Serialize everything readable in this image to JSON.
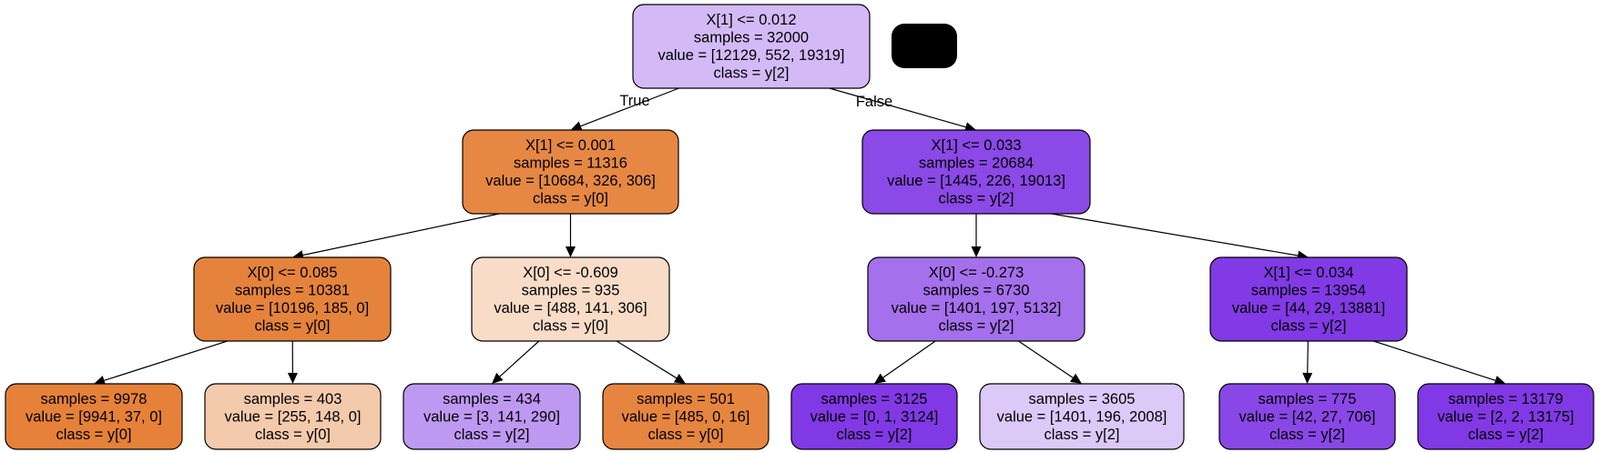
{
  "tree": {
    "nodes": [
      {
        "id": "root",
        "lines": [
          "X[1] <= 0.012",
          "samples = 32000",
          "value = [12129, 552, 19319]",
          "class = y[2]"
        ],
        "fill": "#d3baf6"
      },
      {
        "id": "n1",
        "lines": [
          "X[1] <= 0.001",
          "samples = 11316",
          "value = [10684, 326, 306]",
          "class = y[0]"
        ],
        "fill": "#e68844"
      },
      {
        "id": "n2",
        "lines": [
          "X[1] <= 0.033",
          "samples = 20684",
          "value = [1445, 226, 19013]",
          "class = y[2]"
        ],
        "fill": "#8b49e7"
      },
      {
        "id": "n3",
        "lines": [
          "X[0] <= 0.085",
          "samples = 10381",
          "value = [10196, 185, 0]",
          "class = y[0]"
        ],
        "fill": "#e5833c"
      },
      {
        "id": "n4",
        "lines": [
          "X[0] <= -0.609",
          "samples = 935",
          "value = [488, 141, 306]",
          "class = y[0]"
        ],
        "fill": "#f8dcc8"
      },
      {
        "id": "n5",
        "lines": [
          "X[0] <= -0.273",
          "samples = 6730",
          "value = [1401, 197, 5132]",
          "class = y[2]"
        ],
        "fill": "#a470ec"
      },
      {
        "id": "n6",
        "lines": [
          "X[1] <= 0.034",
          "samples = 13954",
          "value = [44, 29, 13881]",
          "class = y[2]"
        ],
        "fill": "#813ae5"
      },
      {
        "id": "n7",
        "lines": [
          "samples = 9978",
          "value = [9941, 37, 0]",
          "class = y[0]"
        ],
        "fill": "#e58139"
      },
      {
        "id": "n8",
        "lines": [
          "samples = 403",
          "value = [255, 148, 0]",
          "class = y[0]"
        ],
        "fill": "#f4caac"
      },
      {
        "id": "n9",
        "lines": [
          "samples = 434",
          "value = [3, 141, 290]",
          "class = y[2]"
        ],
        "fill": "#be99f2"
      },
      {
        "id": "n10",
        "lines": [
          "samples = 501",
          "value = [485, 0, 16]",
          "class = y[0]"
        ],
        "fill": "#e6853f"
      },
      {
        "id": "n11",
        "lines": [
          "samples = 3125",
          "value = [0, 1, 3124]",
          "class = y[2]"
        ],
        "fill": "#8139e5"
      },
      {
        "id": "n12",
        "lines": [
          "samples = 3605",
          "value = [1401, 196, 2008]",
          "class = y[2]"
        ],
        "fill": "#dcc9f8"
      },
      {
        "id": "n13",
        "lines": [
          "samples = 775",
          "value = [42, 27, 706]",
          "class = y[2]"
        ],
        "fill": "#8a47e7"
      },
      {
        "id": "n14",
        "lines": [
          "samples = 13179",
          "value = [2, 2, 13175]",
          "class = y[2]"
        ],
        "fill": "#8139e5"
      }
    ],
    "edges": [
      {
        "from": "root",
        "to": "n1",
        "label": "True"
      },
      {
        "from": "root",
        "to": "n2",
        "label": "False"
      },
      {
        "from": "n1",
        "to": "n3",
        "label": ""
      },
      {
        "from": "n1",
        "to": "n4",
        "label": ""
      },
      {
        "from": "n2",
        "to": "n5",
        "label": ""
      },
      {
        "from": "n2",
        "to": "n6",
        "label": ""
      },
      {
        "from": "n3",
        "to": "n7",
        "label": ""
      },
      {
        "from": "n3",
        "to": "n8",
        "label": ""
      },
      {
        "from": "n4",
        "to": "n9",
        "label": ""
      },
      {
        "from": "n4",
        "to": "n10",
        "label": ""
      },
      {
        "from": "n5",
        "to": "n11",
        "label": ""
      },
      {
        "from": "n5",
        "to": "n12",
        "label": ""
      },
      {
        "from": "n6",
        "to": "n13",
        "label": ""
      },
      {
        "from": "n6",
        "to": "n14",
        "label": ""
      }
    ],
    "redaction_fill": "#000000"
  }
}
